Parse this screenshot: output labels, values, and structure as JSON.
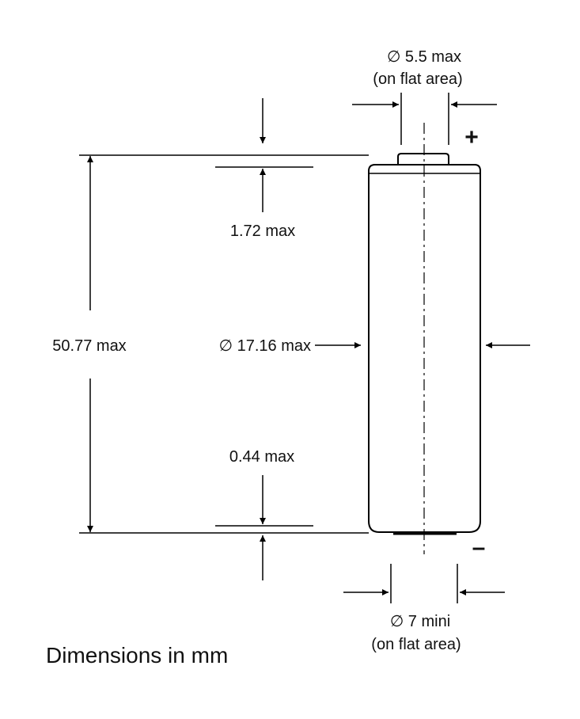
{
  "labels": {
    "top_terminal_diameter": "∅ 5.5 max",
    "top_terminal_note": "(on flat area)",
    "positive_sign": "+",
    "top_height": "1.72 max",
    "overall_height": "50.77 max",
    "body_diameter": "∅ 17.16 max",
    "bottom_height": "0.44 max",
    "negative_sign": "–",
    "bottom_terminal_diameter": "∅ 7 mini",
    "bottom_terminal_note": "(on flat area)"
  },
  "footer": {
    "units": "Dimensions in mm"
  }
}
